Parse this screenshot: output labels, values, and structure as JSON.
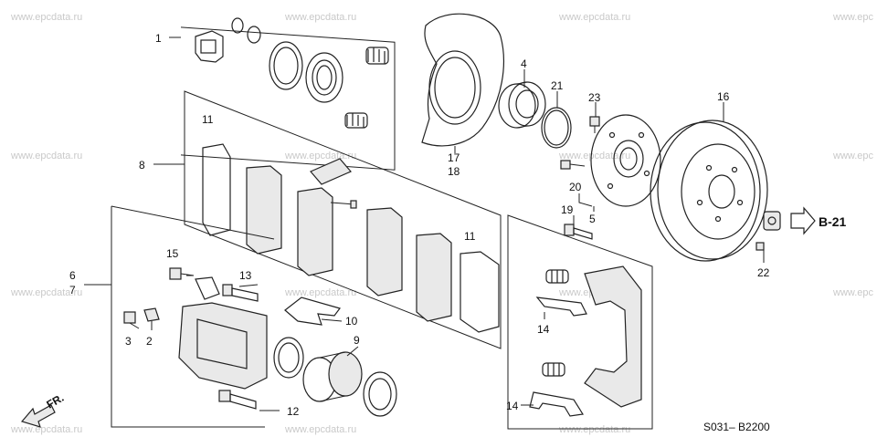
{
  "watermarks": [
    "www.epcdata.ru",
    "www.epcdata.ru",
    "www.epcdata.ru",
    "www.epc",
    "www.epcdata.ru",
    "www.epcdata.ru",
    "www.epcdata.ru",
    "www.epc",
    "www.epcdata.ru",
    "www.epcdata.ru",
    "www.epcdata.ru",
    "www.epc",
    "www.epcdata.ru",
    "www.epcdata.ru",
    "www.epcdata.ru"
  ],
  "callouts": [
    "1",
    "4",
    "21",
    "23",
    "16",
    "11",
    "8",
    "17",
    "18",
    "20",
    "5",
    "19",
    "11",
    "6",
    "7",
    "15",
    "13",
    "10",
    "3",
    "2",
    "9",
    "14",
    "14",
    "12",
    "22"
  ],
  "ref_label": "B-21",
  "fr_label": "FR.",
  "diagram_code": "S031– B2200"
}
